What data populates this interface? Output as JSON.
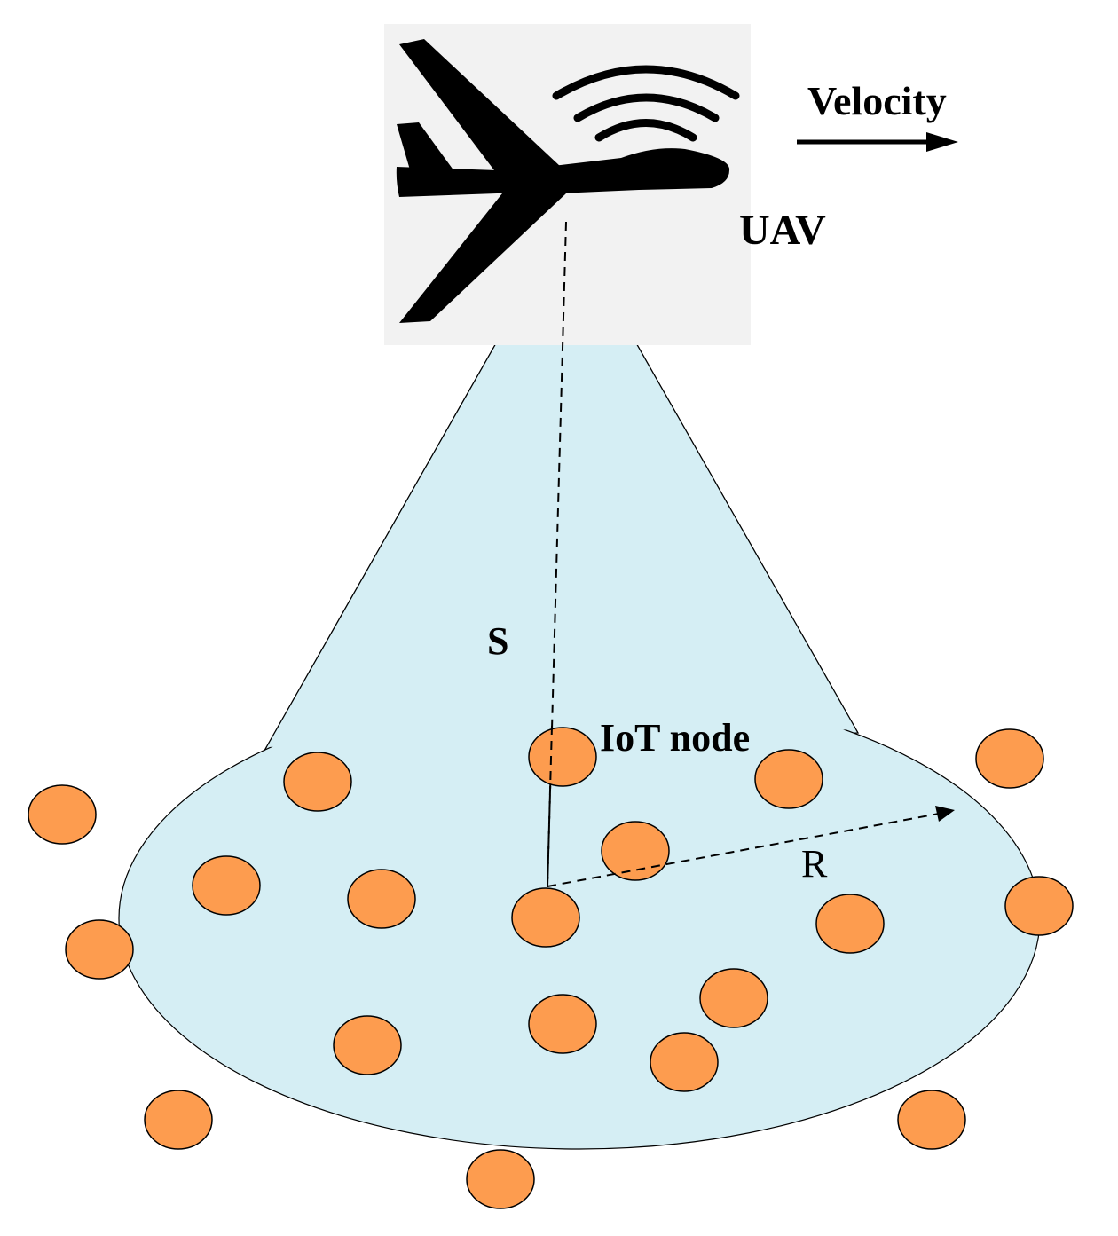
{
  "labels": {
    "velocity": "Velocity",
    "uav": "UAV",
    "slant_distance": "S",
    "iot_node": "IoT node",
    "radius": "R"
  },
  "icons": {
    "aircraft": "airplane-icon",
    "signal": "wireless-signal-icon"
  },
  "colors": {
    "coverage_fill": "#d5eef4",
    "node_fill": "#fd9c4f",
    "icon_background": "#f2f2f2",
    "stroke": "#000000"
  }
}
